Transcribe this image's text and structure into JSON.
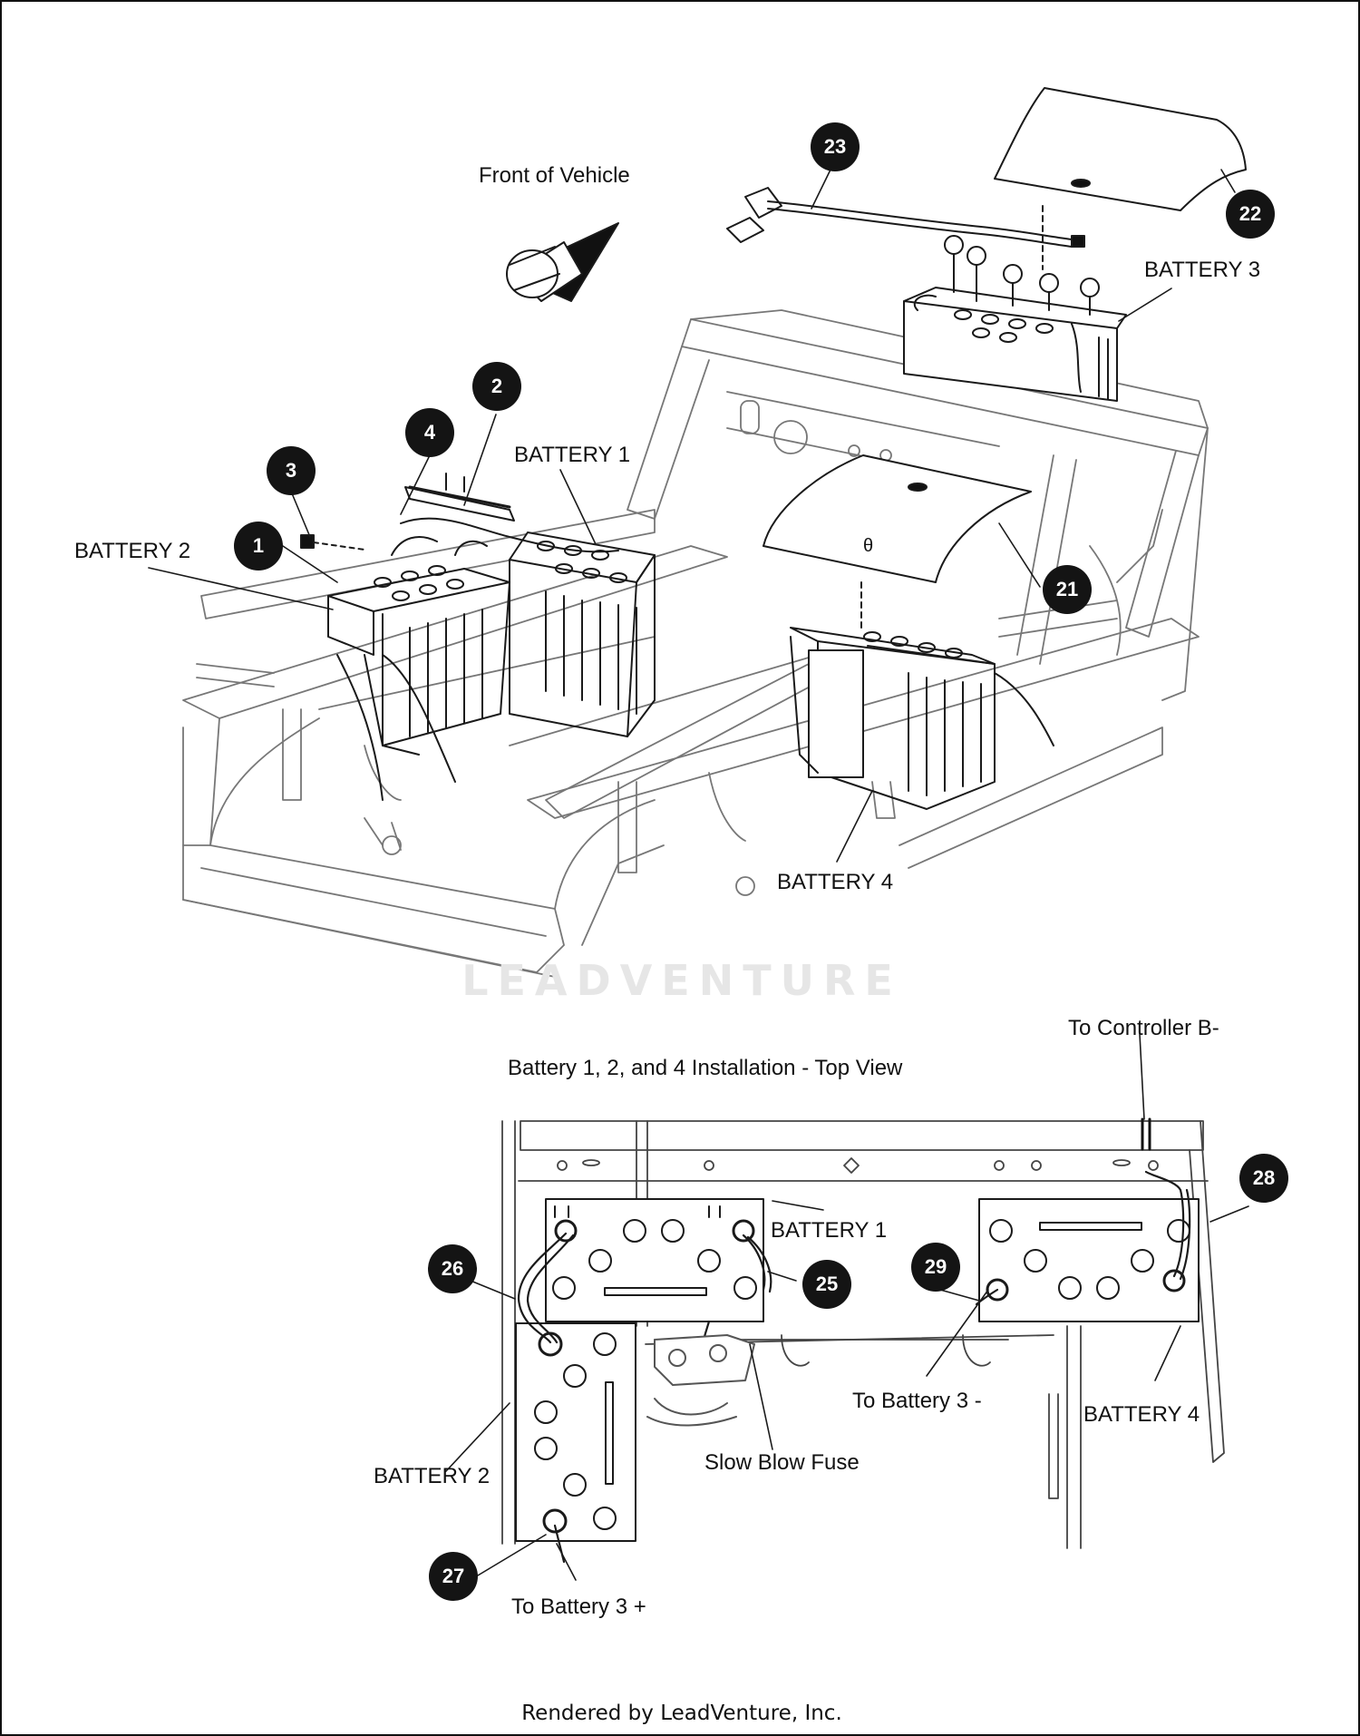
{
  "labels": {
    "front_of_vehicle": "Front of Vehicle",
    "battery_1": "BATTERY 1",
    "battery_2": "BATTERY 2",
    "battery_3": "BATTERY 3",
    "battery_4": "BATTERY 4",
    "cover_mark": "θ",
    "top_view_title": "Battery 1, 2, and 4 Installation - Top View",
    "to_controller": "To Controller B-",
    "top_battery_1": "BATTERY 1",
    "top_battery_2": "BATTERY 2",
    "top_battery_4": "BATTERY 4",
    "to_battery_3_neg": "To Battery 3 -",
    "slow_blow_fuse": "Slow Blow Fuse",
    "to_battery_3_pos": "To Battery 3 +"
  },
  "callouts": {
    "c1": "1",
    "c2": "2",
    "c3": "3",
    "c4": "4",
    "c21": "21",
    "c22": "22",
    "c23": "23",
    "c25": "25",
    "c26": "26",
    "c27": "27",
    "c28": "28",
    "c29": "29"
  },
  "watermark": "LEADVENTURE",
  "footer": "Rendered by LeadVenture, Inc.",
  "colors": {
    "line": "#1a1a1a",
    "callout_bg": "#141414",
    "watermark": "#e6e6e6"
  }
}
